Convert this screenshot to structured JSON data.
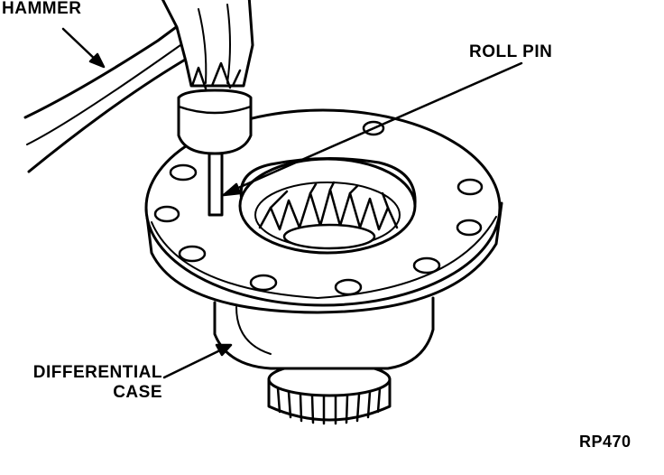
{
  "labels": {
    "hammer": "HAMMER",
    "roll_pin": "ROLL PIN",
    "differential_case_line1": "DIFFERENTIAL",
    "differential_case_line2": "CASE",
    "figure_ref": "RP470"
  },
  "colors": {
    "ink": "#000000",
    "paper": "#ffffff"
  }
}
